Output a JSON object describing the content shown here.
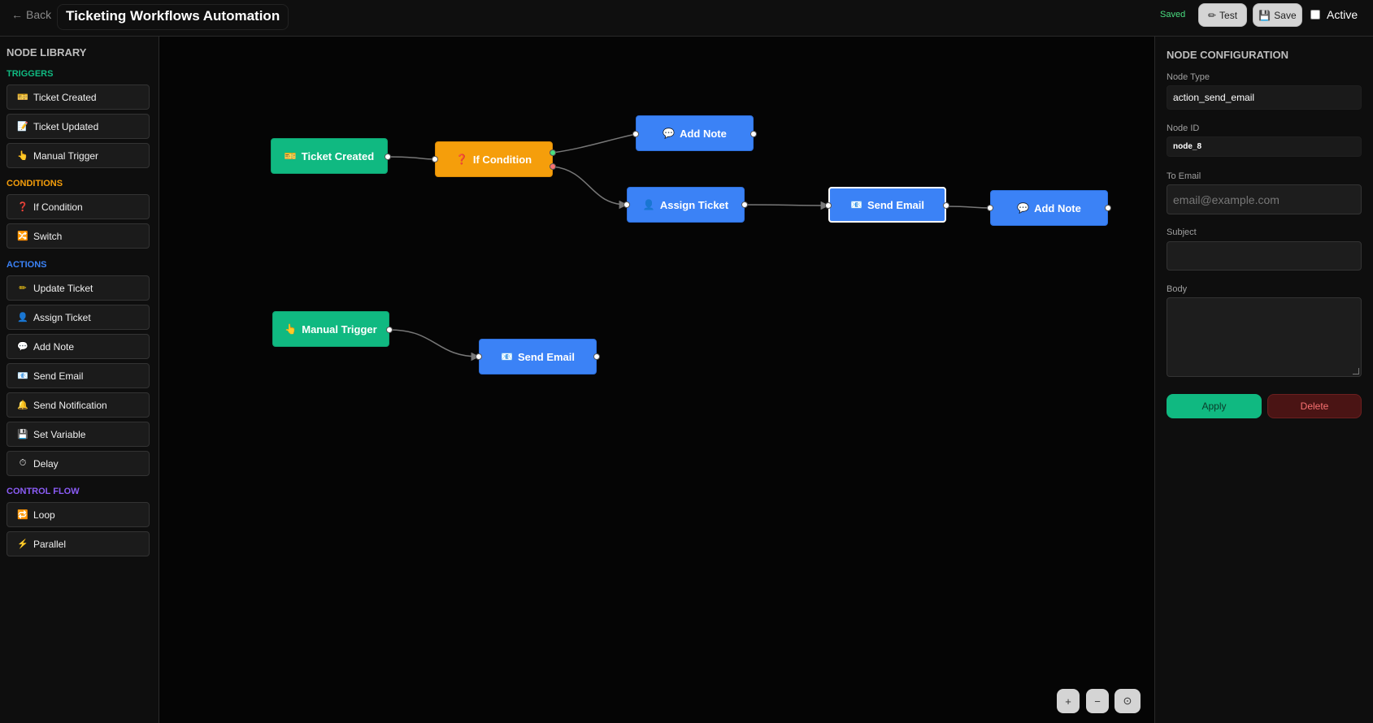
{
  "header": {
    "back_label": "Back",
    "title": "Ticketing Workflows Automation",
    "status": "Saved",
    "test_label": "Test",
    "save_label": "Save",
    "active_label": "Active"
  },
  "sidebar": {
    "title": "NODE LIBRARY",
    "categories": [
      {
        "label": "TRIGGERS",
        "color": "#10b981",
        "items": [
          {
            "label": "Ticket Created",
            "icon": "ticket-icon"
          },
          {
            "label": "Ticket Updated",
            "icon": "memo-icon"
          },
          {
            "label": "Manual Trigger",
            "icon": "pointing-hand-icon"
          }
        ]
      },
      {
        "label": "CONDITIONS",
        "color": "#f59e0b",
        "items": [
          {
            "label": "If Condition",
            "icon": "question-icon"
          },
          {
            "label": "Switch",
            "icon": "switch-icon"
          }
        ]
      },
      {
        "label": "ACTIONS",
        "color": "#3b82f6",
        "items": [
          {
            "label": "Update Ticket",
            "icon": "pencil-icon"
          },
          {
            "label": "Assign Ticket",
            "icon": "user-icon"
          },
          {
            "label": "Add Note",
            "icon": "speech-bubble-icon"
          },
          {
            "label": "Send Email",
            "icon": "envelope-icon"
          },
          {
            "label": "Send Notification",
            "icon": "bell-icon"
          },
          {
            "label": "Set Variable",
            "icon": "floppy-icon"
          },
          {
            "label": "Delay",
            "icon": "stopwatch-icon"
          }
        ]
      },
      {
        "label": "CONTROL FLOW",
        "color": "#8b5cf6",
        "items": [
          {
            "label": "Loop",
            "icon": "loop-icon"
          },
          {
            "label": "Parallel",
            "icon": "lightning-icon"
          }
        ]
      }
    ]
  },
  "canvas": {
    "nodes": [
      {
        "id": "n1",
        "label": "Ticket Created",
        "type": "trigger",
        "icon": "ticket-icon"
      },
      {
        "id": "n2",
        "label": "If Condition",
        "type": "condition",
        "icon": "question-icon"
      },
      {
        "id": "n3",
        "label": "Add Note",
        "type": "action",
        "icon": "speech-bubble-icon"
      },
      {
        "id": "n4",
        "label": "Assign Ticket",
        "type": "action",
        "icon": "user-icon"
      },
      {
        "id": "n5",
        "label": "Send Email",
        "type": "action",
        "icon": "envelope-icon",
        "selected": true
      },
      {
        "id": "n6",
        "label": "Add Note",
        "type": "action",
        "icon": "speech-bubble-icon"
      },
      {
        "id": "n7",
        "label": "Manual Trigger",
        "type": "trigger",
        "icon": "pointing-hand-icon"
      },
      {
        "id": "n8",
        "label": "Send Email",
        "type": "action",
        "icon": "envelope-icon"
      }
    ],
    "edges": [
      {
        "from": "n1",
        "to": "n2"
      },
      {
        "from": "n2",
        "to": "n3",
        "branch": "true"
      },
      {
        "from": "n2",
        "to": "n4",
        "branch": "false"
      },
      {
        "from": "n4",
        "to": "n5"
      },
      {
        "from": "n5",
        "to": "n6"
      },
      {
        "from": "n7",
        "to": "n8"
      }
    ],
    "zoom_controls": {
      "zoom_in": "+",
      "zoom_out": "−",
      "fit": "⊙"
    }
  },
  "config": {
    "title": "NODE CONFIGURATION",
    "node_type_label": "Node Type",
    "node_type_value": "action_send_email",
    "node_id_label": "Node ID",
    "node_id_value": "node_8",
    "to_email_label": "To Email",
    "to_email_placeholder": "email@example.com",
    "to_email_value": "",
    "subject_label": "Subject",
    "subject_value": "",
    "body_label": "Body",
    "body_value": "",
    "apply_label": "Apply",
    "delete_label": "Delete"
  },
  "colors": {
    "trigger": "#10b981",
    "condition": "#f59e0b",
    "action": "#3b82f6",
    "control_flow": "#8b5cf6",
    "edge": "#777777",
    "port_true": "#4ade80",
    "port_false": "#f87171"
  }
}
